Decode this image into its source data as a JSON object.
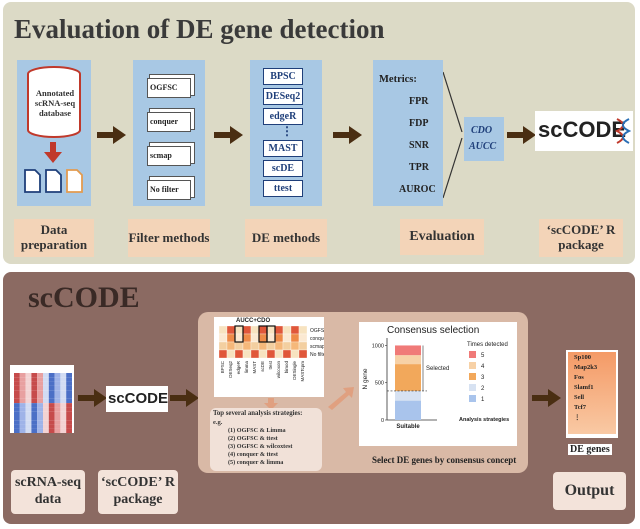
{
  "top": {
    "title": "Evaluation of DE gene detection",
    "db_label": "Annotated scRNA-seq database",
    "filters": [
      "OGFSC",
      "conquer",
      "scmap",
      "No filter"
    ],
    "de_methods": [
      "BPSC",
      "DESeq2",
      "edgeR",
      "⋮",
      "MAST",
      "scDE",
      "ttest"
    ],
    "metrics_title": "Metrics:",
    "metrics": [
      "FPR",
      "FDP",
      "SNR",
      "TPR",
      "AUROC"
    ],
    "cdo": "CDO",
    "aucc": "AUCC",
    "logo": "scCODE",
    "labels": [
      "Data preparation",
      "Filter methods",
      "DE methods",
      "Evaluation",
      "‘scCODE’ R package"
    ]
  },
  "bottom": {
    "title": "scCODE",
    "heatmap_title": "AUCC+CDO",
    "heatmap_rows": [
      "OGFSC",
      "conquer",
      "scmap",
      "No filter"
    ],
    "heatmap_cols": [
      "BPSC",
      "DESeq2",
      "edgeR",
      "limma",
      "MAST",
      "scDE",
      "ttest",
      "wilcoxon",
      "bimod",
      "DESingle",
      "MASTcpm"
    ],
    "strategies_title": "Top several analysis strategies:",
    "strategies_eg": "e.g.",
    "strategies": [
      "(1) OGFSC & Limma",
      "(2) OGFSC & ttest",
      "(3) OGFSC & wilcoxtest",
      "(4) conquer & ttest",
      "(5) conquer & limma"
    ],
    "consensus_caption": "Select DE genes by consensus concept",
    "output_genes": [
      "Sp100",
      "Map2k3",
      "Fos",
      "Slamf1",
      "Sell",
      "Tcf7",
      "⋮"
    ],
    "de_genes_label": "DE genes",
    "labels": [
      "scRNA-seq data",
      "‘scCODE’ R package",
      "Output"
    ],
    "mini_logo": "scCODE"
  },
  "chart_data": {
    "type": "bar",
    "title": "Consensus selection",
    "ylabel": "N gene",
    "categories": [
      "Suitable"
    ],
    "xlabel": "Analysis strategies",
    "ylim": [
      0,
      1100
    ],
    "yticks": [
      0,
      500,
      1000
    ],
    "legend_title": "Times detected",
    "series": [
      {
        "name": "1",
        "values": [
          260
        ],
        "color": "#a9c4ec"
      },
      {
        "name": "2",
        "values": [
          130
        ],
        "color": "#d7e2f2"
      },
      {
        "name": "3",
        "values": [
          360
        ],
        "color": "#f2a85b"
      },
      {
        "name": "4",
        "values": [
          120
        ],
        "color": "#f7d1a6"
      },
      {
        "name": "5",
        "values": [
          130
        ],
        "color": "#f07a78"
      }
    ],
    "selected_label": "Selected",
    "legend_placement": "right"
  }
}
